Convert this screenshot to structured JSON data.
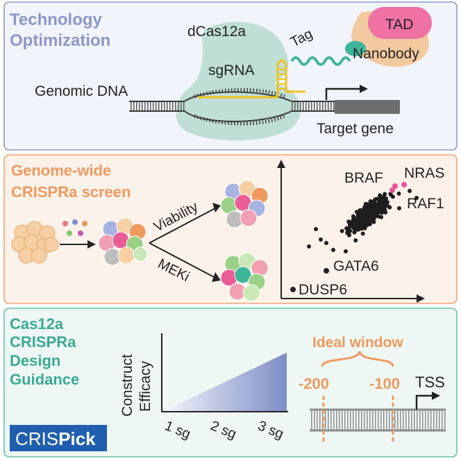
{
  "panel1": {
    "title": [
      "Technology",
      "Optimization"
    ],
    "dcas12a": "dCas12a",
    "tag": "Tag",
    "tad": "TAD",
    "nanobody": "Nanobody",
    "sgrna": "sgRNA",
    "genomic_dna": "Genomic DNA",
    "target_gene": "Target gene",
    "colors": {
      "title": "#8a98c8",
      "border": "#8f98c6",
      "bg": "#f2f4fb",
      "protein": "#b9dcd2",
      "nanobody": "#f3c9a0",
      "tad": "#ef72a3",
      "tag": "#3fb59b",
      "sgrna": "#f2c21b"
    }
  },
  "panel2": {
    "title": [
      "Genome-wide",
      "CRISPRa screen"
    ],
    "arm_upper": "Viability",
    "arm_lower": "MEKi",
    "genes": {
      "braf": "BRAF",
      "nras": "NRAS",
      "raf1": "RAF1",
      "gata6": "GATA6",
      "dusp6": "DUSP6"
    },
    "colors": {
      "title": "#f0995e",
      "border": "#f0a473",
      "bg": "#fdf2ea",
      "highlight": "#e8559b"
    }
  },
  "panel3": {
    "title": [
      "Cas12a",
      "CRISPRa",
      "Design",
      "Guidance"
    ],
    "ylabel": [
      "Construct",
      "Efficacy"
    ],
    "xticks": [
      "1 sg",
      "2 sg",
      "3 sg"
    ],
    "ideal_window": "Ideal window",
    "pos_a": "-200",
    "pos_b": "-100",
    "tss": "TSS",
    "logo": {
      "part1": "CRIS",
      "part2": "Pick"
    },
    "colors": {
      "title": "#3aaa93",
      "border": "#6cc0ad",
      "bg": "#eef7f4",
      "window": "#f0995e",
      "logo_bg": "#1f5fae",
      "wedge": "#7d8cc6"
    }
  }
}
